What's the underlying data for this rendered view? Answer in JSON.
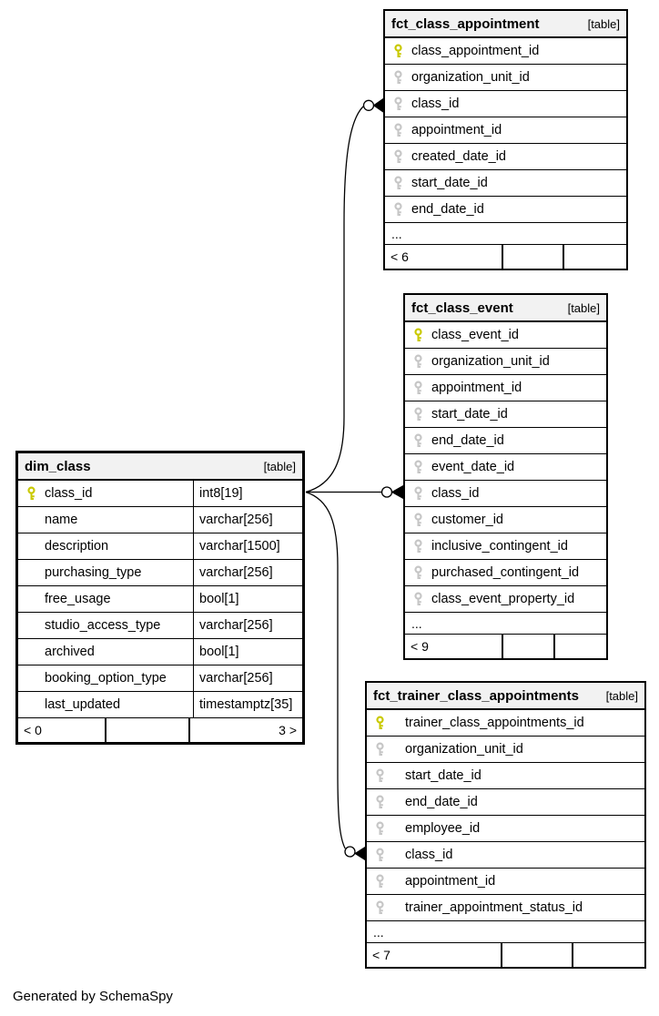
{
  "footer_note": "Generated by SchemaSpy",
  "colors": {
    "pk_key": "#c9c900",
    "fk_key": "#c6c6c6",
    "header_bg": "#f2f2f2",
    "border": "#000000",
    "connector": "#000000"
  },
  "tables": [
    {
      "id": "fct_class_appointment",
      "name": "fct_class_appointment",
      "tag": "[table]",
      "emphasized": false,
      "columns": [
        {
          "name": "class_appointment_id",
          "key": "pk"
        },
        {
          "name": "organization_unit_id",
          "key": "fk"
        },
        {
          "name": "class_id",
          "key": "fk"
        },
        {
          "name": "appointment_id",
          "key": "fk"
        },
        {
          "name": "created_date_id",
          "key": "fk"
        },
        {
          "name": "start_date_id",
          "key": "fk"
        },
        {
          "name": "end_date_id",
          "key": "fk"
        }
      ],
      "ellipsis": "...",
      "footer": {
        "left": "< 6",
        "middle": "",
        "right": ""
      }
    },
    {
      "id": "fct_class_event",
      "name": "fct_class_event",
      "tag": "[table]",
      "emphasized": false,
      "columns": [
        {
          "name": "class_event_id",
          "key": "pk"
        },
        {
          "name": "organization_unit_id",
          "key": "fk"
        },
        {
          "name": "appointment_id",
          "key": "fk"
        },
        {
          "name": "start_date_id",
          "key": "fk"
        },
        {
          "name": "end_date_id",
          "key": "fk"
        },
        {
          "name": "event_date_id",
          "key": "fk"
        },
        {
          "name": "class_id",
          "key": "fk"
        },
        {
          "name": "customer_id",
          "key": "fk"
        },
        {
          "name": "inclusive_contingent_id",
          "key": "fk"
        },
        {
          "name": "purchased_contingent_id",
          "key": "fk"
        },
        {
          "name": "class_event_property_id",
          "key": "fk"
        }
      ],
      "ellipsis": "...",
      "footer": {
        "left": "< 9",
        "middle": "",
        "right": ""
      }
    },
    {
      "id": "dim_class",
      "name": "dim_class",
      "tag": "[table]",
      "emphasized": true,
      "columns": [
        {
          "name": "class_id",
          "key": "pk",
          "type": "int8[19]"
        },
        {
          "name": "name",
          "key": null,
          "type": "varchar[256]"
        },
        {
          "name": "description",
          "key": null,
          "type": "varchar[1500]"
        },
        {
          "name": "purchasing_type",
          "key": null,
          "type": "varchar[256]"
        },
        {
          "name": "free_usage",
          "key": null,
          "type": "bool[1]"
        },
        {
          "name": "studio_access_type",
          "key": null,
          "type": "varchar[256]"
        },
        {
          "name": "archived",
          "key": null,
          "type": "bool[1]"
        },
        {
          "name": "booking_option_type",
          "key": null,
          "type": "varchar[256]"
        },
        {
          "name": "last_updated",
          "key": null,
          "type": "timestamptz[35]"
        }
      ],
      "ellipsis": null,
      "footer": {
        "left": "< 0",
        "middle": "",
        "right": "3 >"
      }
    },
    {
      "id": "fct_trainer_class_appointments",
      "name": "fct_trainer_class_appointments",
      "tag": "[table]",
      "emphasized": false,
      "columns": [
        {
          "name": "trainer_class_appointments_id",
          "key": "pk"
        },
        {
          "name": "organization_unit_id",
          "key": "fk"
        },
        {
          "name": "start_date_id",
          "key": "fk"
        },
        {
          "name": "end_date_id",
          "key": "fk"
        },
        {
          "name": "employee_id",
          "key": "fk"
        },
        {
          "name": "class_id",
          "key": "fk"
        },
        {
          "name": "appointment_id",
          "key": "fk"
        },
        {
          "name": "trainer_appointment_status_id",
          "key": "fk"
        }
      ],
      "ellipsis": "...",
      "footer": {
        "left": "< 7",
        "middle": "",
        "right": ""
      }
    }
  ],
  "relationships": [
    {
      "from_table": "dim_class",
      "from_column": "class_id",
      "to_table": "fct_class_appointment",
      "to_column": "class_id"
    },
    {
      "from_table": "dim_class",
      "from_column": "class_id",
      "to_table": "fct_class_event",
      "to_column": "class_id"
    },
    {
      "from_table": "dim_class",
      "from_column": "class_id",
      "to_table": "fct_trainer_class_appointments",
      "to_column": "class_id"
    }
  ]
}
